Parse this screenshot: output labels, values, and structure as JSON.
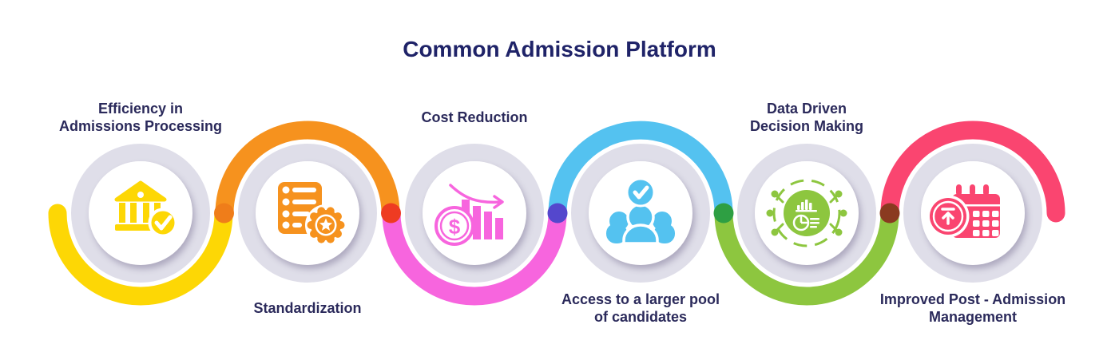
{
  "title": "Common Admission Platform",
  "colors": {
    "background": "#ffffff",
    "title_text": "#1f2368",
    "label_text": "#2b2a5b",
    "ring": "#dfdee9"
  },
  "nodes": [
    {
      "id": "efficiency",
      "lines": [
        "Efficiency in",
        "Admissions Processing"
      ],
      "label_position": "top",
      "arc_position": "bottom",
      "color": "#fdd705",
      "icon": "bank-check-icon"
    },
    {
      "id": "standardization",
      "lines": [
        "Standardization"
      ],
      "label_position": "bottom",
      "arc_position": "top",
      "color": "#f6921e",
      "icon": "checklist-badge-icon"
    },
    {
      "id": "cost-reduction",
      "lines": [
        "Cost Reduction"
      ],
      "label_position": "top",
      "arc_position": "bottom",
      "color": "#f765de",
      "icon": "declining-chart-dollar-icon",
      "dollar_symbol": "$"
    },
    {
      "id": "candidate-pool",
      "lines": [
        "Access to a larger pool",
        "of candidates"
      ],
      "label_position": "bottom",
      "arc_position": "top",
      "color": "#54c2f0",
      "icon": "people-check-icon"
    },
    {
      "id": "data-driven",
      "lines": [
        "Data Driven",
        "Decision Making"
      ],
      "label_position": "top",
      "arc_position": "bottom",
      "color": "#8dc63f",
      "icon": "analytics-network-icon"
    },
    {
      "id": "post-admission",
      "lines": [
        "Improved Post - Admission",
        "Management"
      ],
      "label_position": "bottom",
      "arc_position": "top",
      "color": "#fa4570",
      "icon": "calendar-upload-icon"
    }
  ],
  "connector_dots": [
    {
      "color": "#ef7d1a"
    },
    {
      "color": "#ee3b22"
    },
    {
      "color": "#5447cd"
    },
    {
      "color": "#2e9f43"
    },
    {
      "color": "#8a3a20"
    }
  ]
}
